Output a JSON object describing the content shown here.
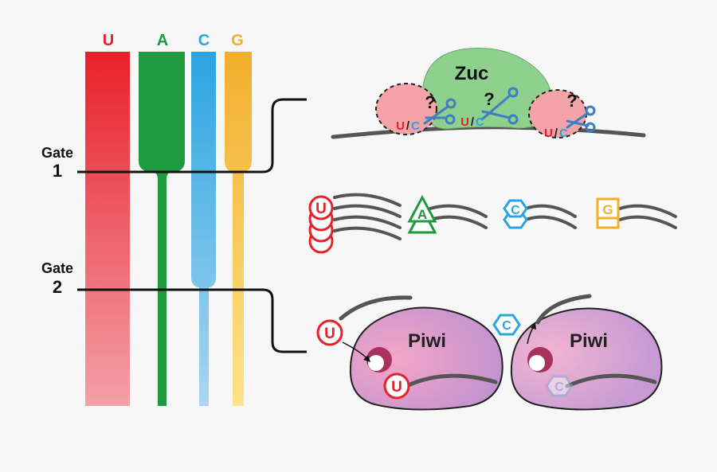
{
  "colors": {
    "U": "#e8202a",
    "A": "#1f9a3f",
    "C": "#2aa4e0",
    "G": "#f2ae2c",
    "zuc": "#8fd08f",
    "piwi": "#c98ec8",
    "nuclease": "#f2a0a6",
    "strand": "#555555",
    "background": "#f7f7f7"
  },
  "nucleotides": {
    "U": "U",
    "A": "A",
    "C": "C",
    "G": "G"
  },
  "gates": {
    "gate1_word": "Gate",
    "gate1_num": "1",
    "gate2_word": "Gate",
    "gate2_num": "2"
  },
  "zuc": {
    "label": "Zuc",
    "question": "?",
    "site_u": "U",
    "site_sep": "/",
    "site_c": "C"
  },
  "piwi": {
    "left_label": "Piwi",
    "right_label": "Piwi"
  }
}
